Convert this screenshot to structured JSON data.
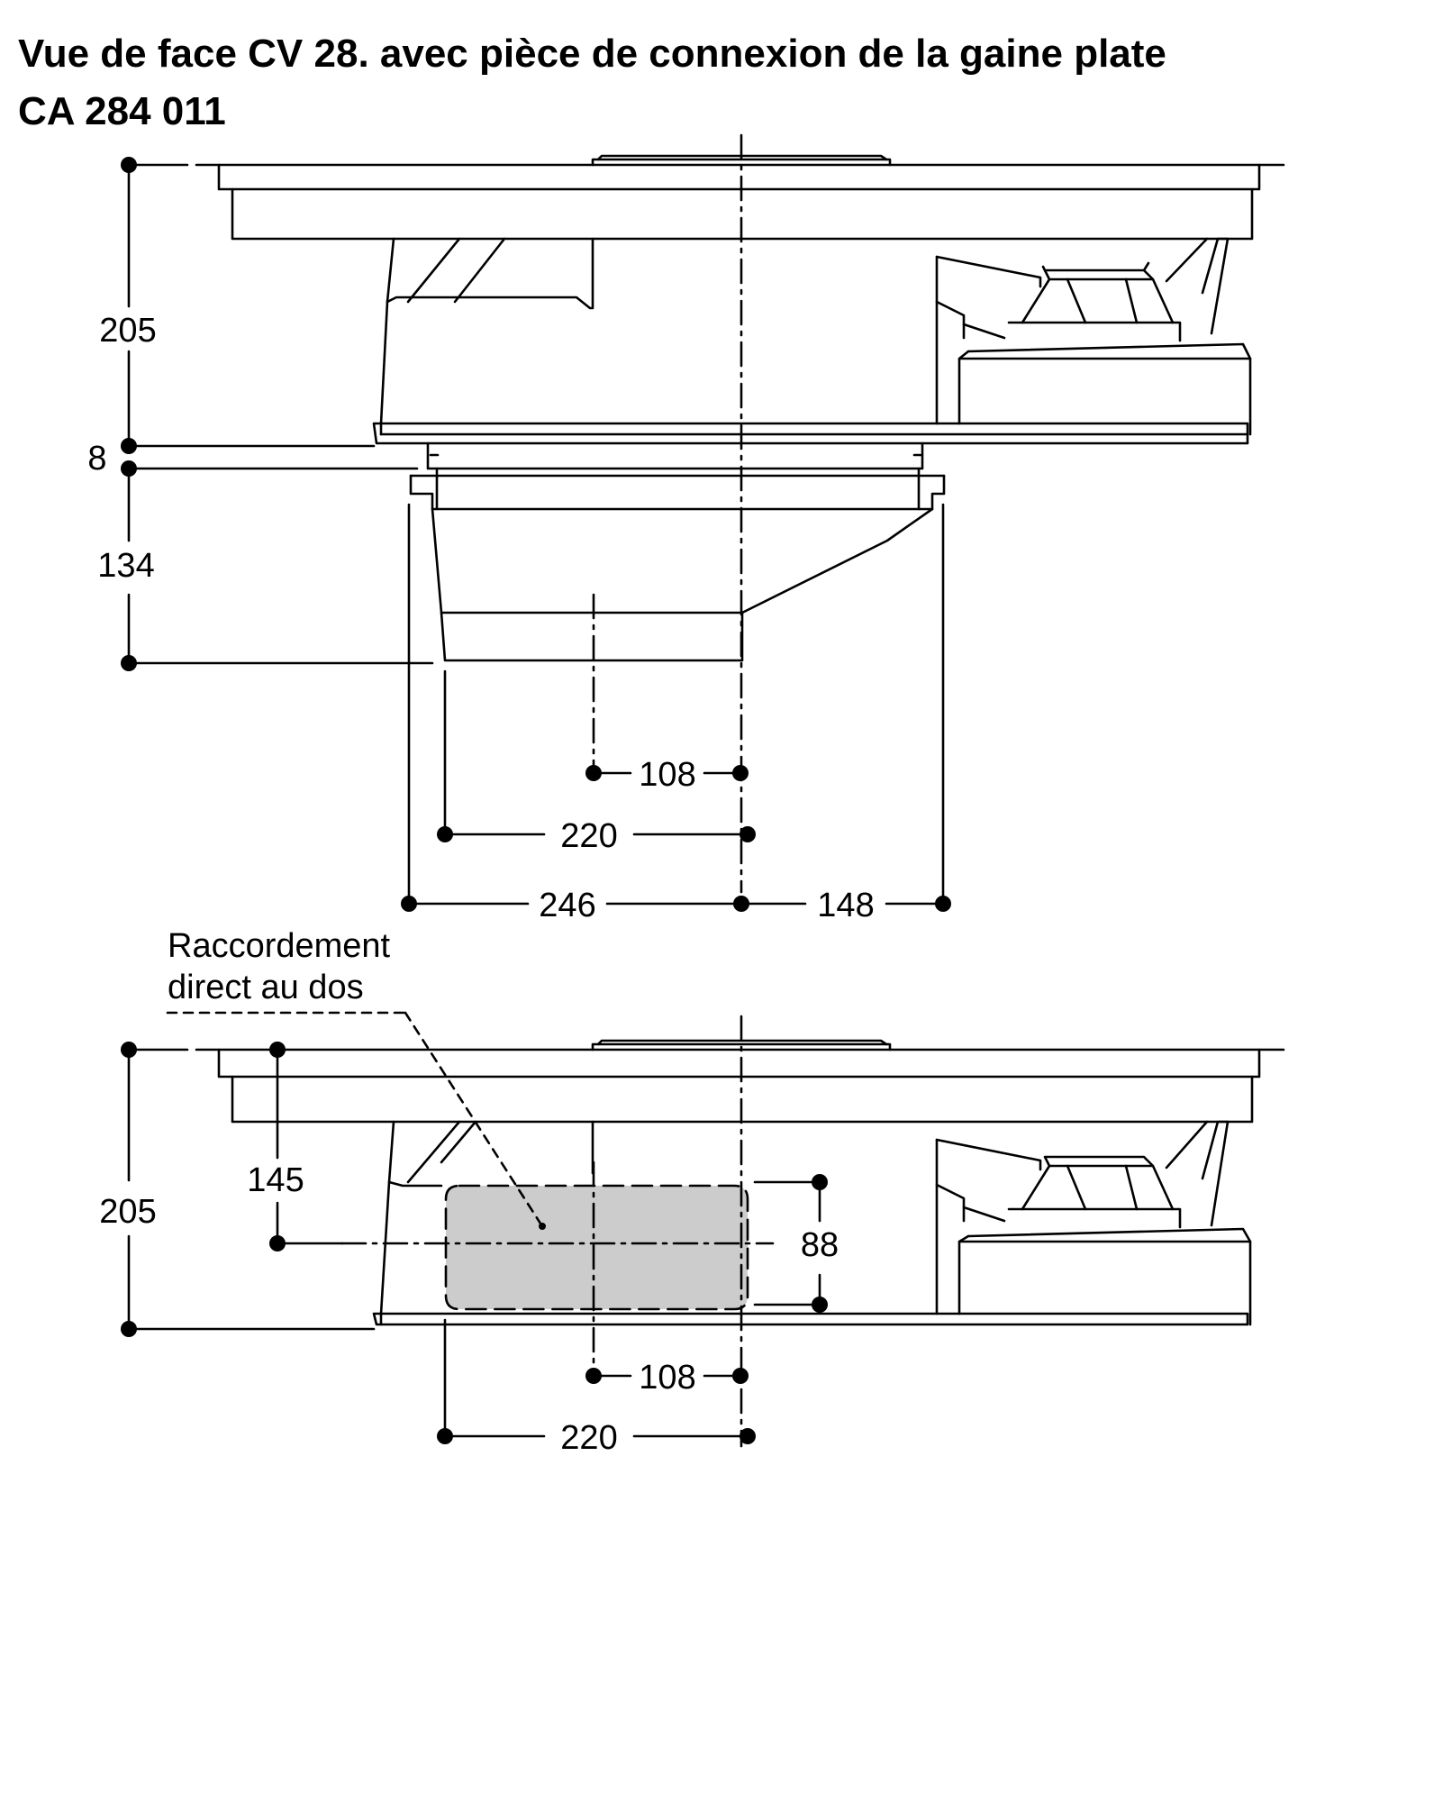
{
  "title": {
    "line1": "Vue de face CV 28. avec pièce de connexion de la gaine plate",
    "line2": "CA 284 011"
  },
  "top_view": {
    "dims": {
      "total_height": "205",
      "gap": "8",
      "adapter_height": "134",
      "outlet_offset": "108",
      "outlet_width": "220",
      "left_extent": "246",
      "right_extent": "148"
    }
  },
  "bottom_view": {
    "note_line1": "Raccordement",
    "note_line2": "direct au dos",
    "dims": {
      "total_height": "205",
      "outlet_center_height": "145",
      "outlet_height": "88",
      "outlet_offset": "108",
      "outlet_width": "220"
    }
  },
  "colors": {
    "line": "#000000",
    "outlet_fill": "#cccccc",
    "background": "#ffffff"
  }
}
